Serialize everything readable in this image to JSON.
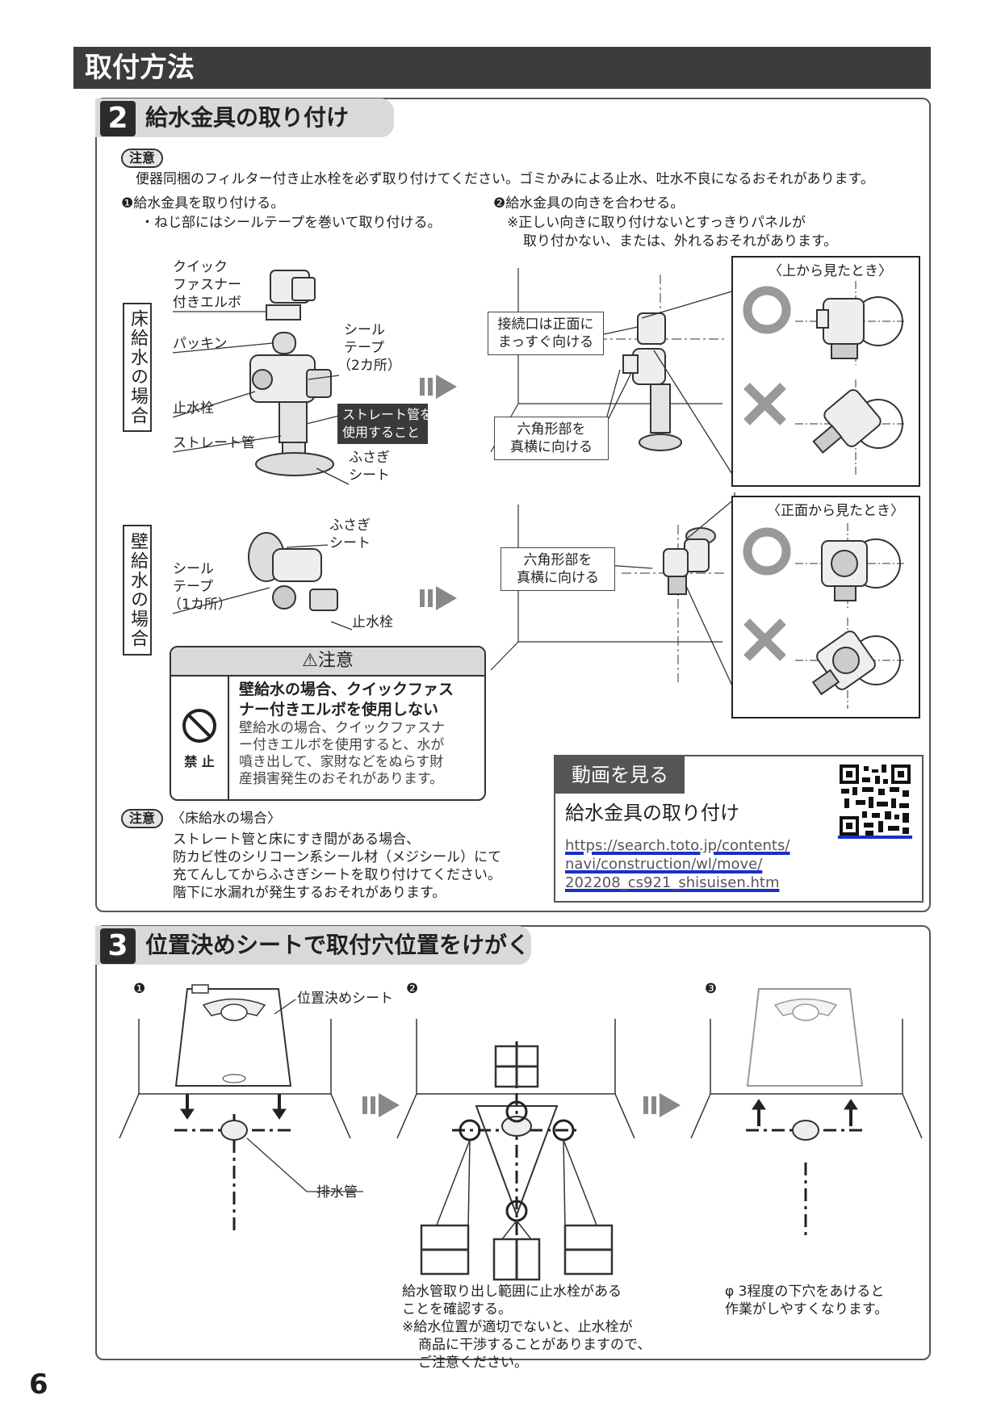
{
  "header": {
    "title": "取付方法"
  },
  "section2": {
    "number": "2",
    "title": "給水金具の取り付け",
    "caution_badge": "注意",
    "caution_text": "便器同梱のフィルター付き止水栓を必ず取り付けてください。ゴミかみによる止水、吐水不良になるおそれがあります。",
    "step1": {
      "title": "❶給水金具を取り付ける。",
      "note": "・ねじ部にはシールテープを巻いて取り付ける。"
    },
    "step2": {
      "title": "❷給水金具の向きを合わせる。",
      "note1": "※正しい向きに取り付けないとすっきりパネルが",
      "note2": "取り付かない、または、外れるおそれがあります。"
    },
    "floor": {
      "label": "床給水の場合",
      "quick_line1": "クイック",
      "quick_line2": "ファスナー",
      "quick_line3": "付きエルボ",
      "packing": "パッキン",
      "valve": "止水栓",
      "straight": "ストレート管",
      "seal_line1": "シール",
      "seal_line2": "テープ",
      "seal_line3": "（2カ所）",
      "use_straight_line1": "ストレート管を",
      "use_straight_line2": "使用すること",
      "cover_line1": "ふさぎ",
      "cover_line2": "シート",
      "connect_line1": "接続口は正面に",
      "connect_line2": "まっすぐ向ける",
      "hex_line1": "六角形部を",
      "hex_line2": "真横に向ける",
      "inset_caption": "〈上から見たとき〉"
    },
    "wall": {
      "label": "壁給水の場合",
      "cover_line1": "ふさぎ",
      "cover_line2": "シート",
      "seal_line1": "シール",
      "seal_line2": "テープ",
      "seal_line3": "（1カ所）",
      "valve": "止水栓",
      "hex_line1": "六角形部を",
      "hex_line2": "真横に向ける",
      "inset_caption": "〈正面から見たとき〉"
    },
    "warning": {
      "title": "⚠注意",
      "prohibit_label": "禁 止",
      "bold_line1": "壁給水の場合、クイックファス",
      "bold_line2": "ナー付きエルボを使用しない",
      "body_line1": "壁給水の場合、クイックファスナ",
      "body_line2": "ー付きエルボを使用すると、水が",
      "body_line3": "噴き出して、家財などをぬらす財",
      "body_line4": "産損害発生のおそれがあります。"
    },
    "note2": {
      "badge": "注意",
      "heading": "〈床給水の場合〉",
      "line1": "ストレート管と床にすき間がある場合、",
      "line2": "防カビ性のシリコーン系シール材（メジシール）にて",
      "line3": "充てんしてからふさぎシートを取り付けてください。",
      "line4": "階下に水漏れが発生するおそれがあります。"
    },
    "video": {
      "badge": "動画を見る",
      "title": "給水金具の取り付け",
      "url_line1": "https://search.toto.jp/contents/",
      "url_line2": "navi/construction/wl/move/",
      "url_line3": "202208_cs921_shisuisen.htm"
    }
  },
  "section3": {
    "number": "3",
    "title": "位置決めシートで取付穴位置をけがく",
    "step1": "❶",
    "step2": "❷",
    "step3": "❸",
    "sheet_label": "位置決めシート",
    "drain_label": "排水管",
    "caption2_line1": "給水管取り出し範囲に止水栓がある",
    "caption2_line2": "ことを確認する。",
    "caption2_line3": "※給水位置が適切でないと、止水栓が",
    "caption2_line4": "商品に干渉することがありますので、",
    "caption2_line5": "ご注意ください。",
    "caption3_line1": "φ 3程度の下穴をあけると",
    "caption3_line2": "作業がしやすくなります。"
  },
  "page_number": "6"
}
